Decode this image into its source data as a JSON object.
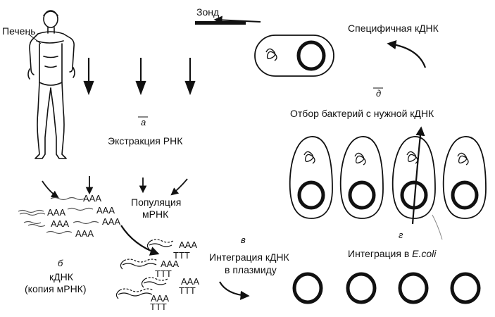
{
  "labels": {
    "probe": "Зонд",
    "liver": "Печень",
    "specific_cdna": "Специфичная кДНК",
    "step_a": "а",
    "rna_extraction": "Экстракция РНК",
    "mrna_population_1": "Популяция",
    "mrna_population_2": "мРНК",
    "step_b": "б",
    "cdna_1": "кДНК",
    "cdna_2": "(копия мРНК)",
    "step_v": "в",
    "plasmid_integration_1": "Интеграция кДНК",
    "plasmid_integration_2": "в плазмиду",
    "step_g": "г",
    "ecoli_integration": "Интеграция в ",
    "ecoli": "E.coli",
    "step_d": "д",
    "bacteria_selection": "Отбор бактерий с нужной кДНК",
    "polya": "ААА",
    "polyt": "ТТТ"
  },
  "colors": {
    "ink": "#111111",
    "background": "#ffffff"
  }
}
